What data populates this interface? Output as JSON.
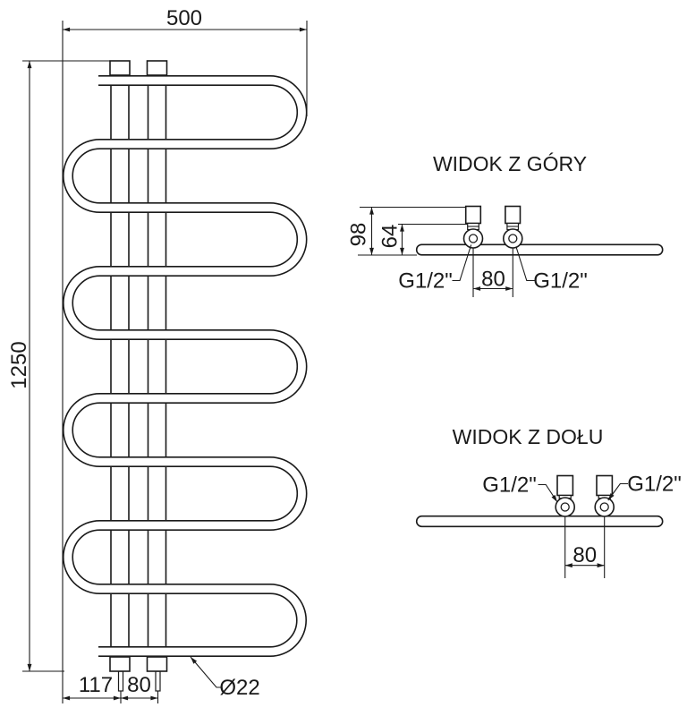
{
  "colors": {
    "line": "#1a1a1a",
    "background": "#ffffff"
  },
  "main_view": {
    "width_dim": "500",
    "height_dim": "1250",
    "offset_dim": "117",
    "spacing_dim": "80",
    "pipe_dia": "Ø22"
  },
  "top_view": {
    "title": "WIDOK Z GÓRY",
    "depth_dim": "98",
    "inner_depth_dim": "64",
    "spacing_dim": "80",
    "left_thread": "G1/2\"",
    "right_thread": "G1/2\""
  },
  "bottom_view": {
    "title": "WIDOK Z DOŁU",
    "spacing_dim": "80",
    "left_thread": "G1/2\"",
    "right_thread": "G1/2\""
  }
}
